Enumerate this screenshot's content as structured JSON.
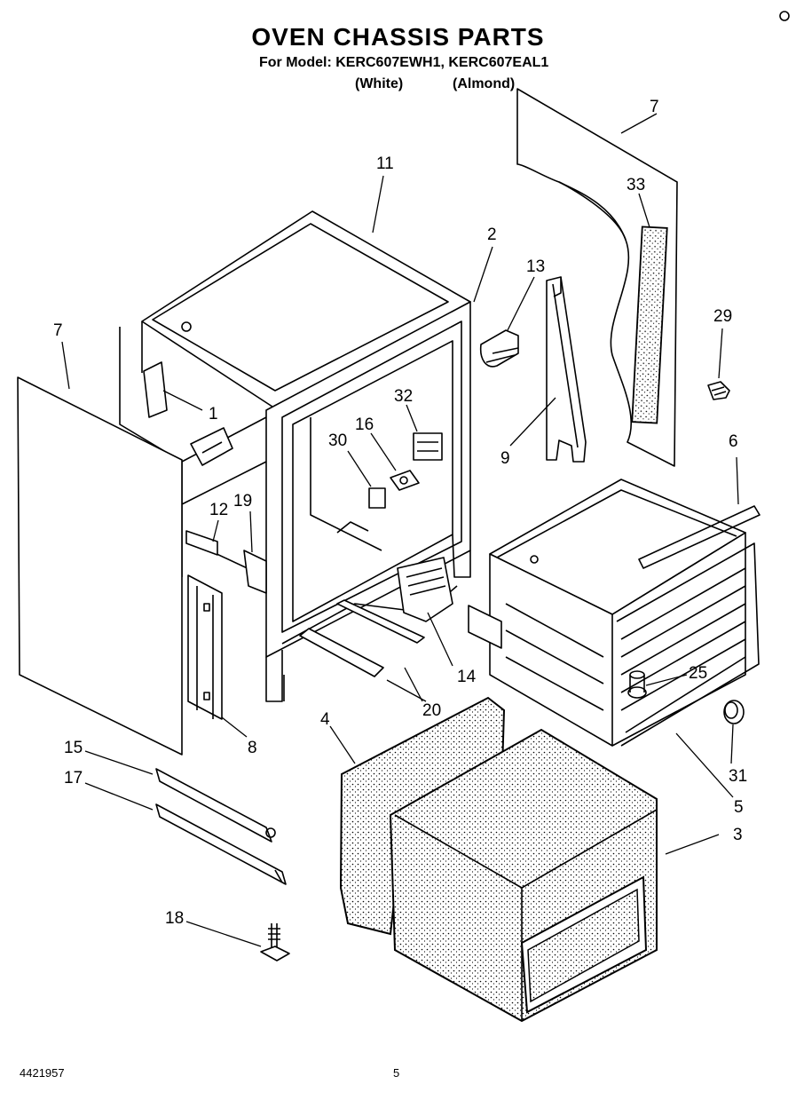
{
  "header": {
    "title": "OVEN CHASSIS PARTS",
    "models_line": "For Model: KERC607EWH1, KERC607EAL1",
    "color_white": "(White)",
    "color_almond": "(Almond)"
  },
  "callouts": [
    "1",
    "2",
    "3",
    "4",
    "5",
    "6",
    "7",
    "7",
    "8",
    "9",
    "11",
    "12",
    "13",
    "14",
    "15",
    "16",
    "17",
    "18",
    "19",
    "20",
    "25",
    "29",
    "30",
    "31",
    "32",
    "33"
  ],
  "footer": {
    "doc_number": "4421957",
    "page_number": "5"
  }
}
